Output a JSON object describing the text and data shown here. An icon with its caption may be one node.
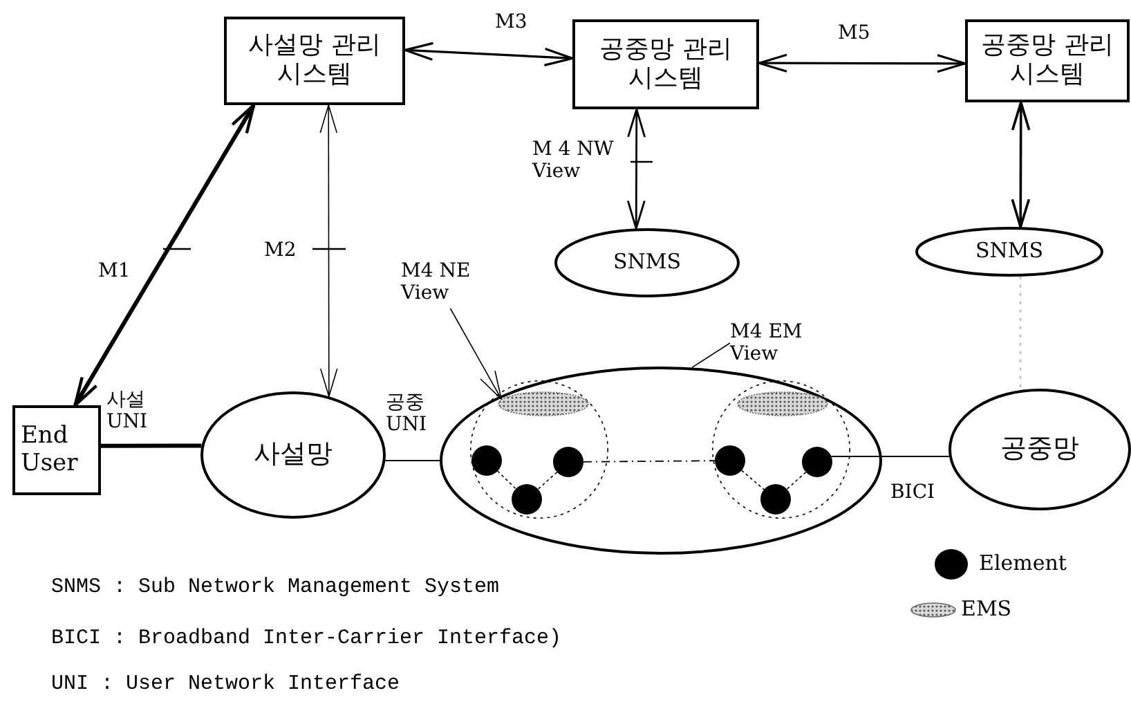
{
  "diagram": {
    "nodes": [
      {
        "text": [
          "사설망 관리시스템"
        ]
      },
      {
        "text": [
          "공중망 관리시스템"
        ]
      },
      {
        "text": [
          "공중망 관리시스템"
        ]
      },
      {
        "text": [
          "SNMS"
        ]
      },
      {
        "text": [
          "SNMS"
        ]
      },
      {
        "text": [
          "M4 NE View"
        ]
      },
      {
        "text": [
          "M4 EM View"
        ]
      },
      {
        "text": [
          "End User"
        ]
      },
      {
        "text": [
          "사설망"
        ]
      },
      {
        "text": [],
        "shape": "ellipse"
      },
      {
        "text": [],
        "shape": "circle",
        "in": 9
      },
      {
        "text": [],
        "shape": "ellipse",
        "in": 10
      },
      {
        "text": [],
        "shape": "circle",
        "in": 10
      },
      {
        "text": [],
        "shape": "circle",
        "in": 10
      },
      {
        "text": [],
        "shape": "circle",
        "in": 10
      },
      {
        "text": [],
        "shape": "circle",
        "in": 9
      },
      {
        "text": [],
        "shape": "ellipse",
        "in": 15
      },
      {
        "text": [],
        "shape": "circle",
        "in": 15
      },
      {
        "text": [],
        "shape": "circle",
        "in": 15
      },
      {
        "text": [],
        "shape": "circle",
        "in": 15
      },
      {
        "text": [
          "공중망"
        ]
      }
    ],
    "edges": [
      {
        "from": 0,
        "to": 1,
        "arrow": "both",
        "label": "M3"
      },
      {
        "from": 1,
        "to": 2,
        "arrow": "both",
        "label": "M5"
      },
      {
        "from": 0,
        "to": 7,
        "arrow": "both",
        "label": "M1",
        "style": "thick"
      },
      {
        "from": 0,
        "to": 8,
        "arrow": "both",
        "label": "M2"
      },
      {
        "from": 1,
        "to": 3,
        "arrow": "both",
        "label": "M 4 NW View"
      },
      {
        "from": 2,
        "to": 4,
        "arrow": "both"
      },
      {
        "from": 4,
        "to": 20,
        "arrow": "none",
        "style": "dashed",
        "color": "#bbbbbb"
      },
      {
        "from": 7,
        "to": 8,
        "arrow": "none",
        "label": "사설 UNI",
        "style": "thick"
      },
      {
        "from": 8,
        "to": 9,
        "arrow": "none",
        "label": "공중 UNI"
      },
      {
        "from": 18,
        "to": 20,
        "arrow": "none",
        "label": "BICI"
      },
      {
        "from": 13,
        "to": 17,
        "arrow": "none",
        "style": "dashed"
      },
      {
        "from": 12,
        "to": 14,
        "arrow": "none",
        "style": "dashed"
      },
      {
        "from": 13,
        "to": 14,
        "arrow": "none",
        "style": "dashed"
      },
      {
        "from": 17,
        "to": 19,
        "arrow": "none",
        "style": "dashed"
      },
      {
        "from": 18,
        "to": 19,
        "arrow": "none",
        "style": "dashed"
      },
      {
        "from": 5,
        "to": 11,
        "arrow": "to"
      },
      {
        "from": 6,
        "to": 9,
        "arrow": "none"
      }
    ],
    "labels": [
      "SNMS : Sub Network Management System",
      "BICI : Broadband Inter-Carrier Interface)",
      "UNI : User Network Interface"
    ],
    "legend": [
      {
        "text": "Element"
      },
      {
        "text": "EMS"
      }
    ]
  }
}
